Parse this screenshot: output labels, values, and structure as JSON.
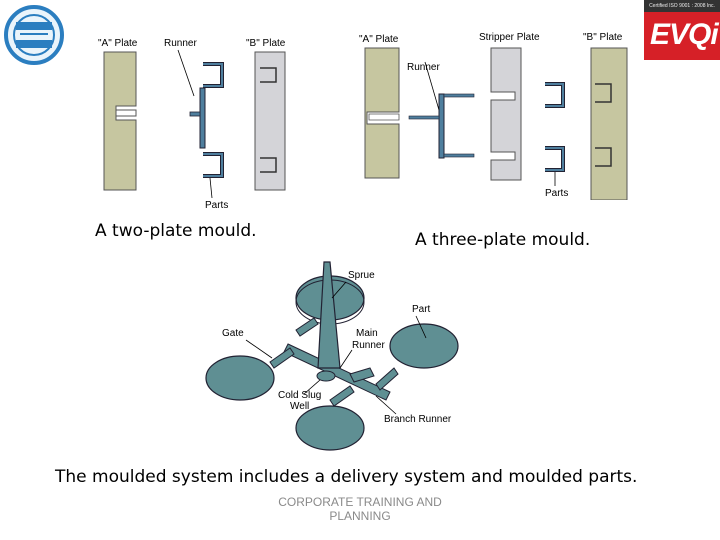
{
  "badge": {
    "cert_text": "Certified ISO 9001 : 2008 Inc.",
    "brand": "EVQi"
  },
  "two_plate": {
    "a_plate": "\"A\" Plate",
    "runner": "Runner",
    "b_plate": "\"B\" Plate",
    "parts": "Parts",
    "caption": "A two-plate mould."
  },
  "three_plate": {
    "a_plate": "\"A\" Plate",
    "stripper_plate": "Stripper Plate",
    "b_plate": "\"B\" Plate",
    "runner": "Runner",
    "parts": "Parts",
    "caption": "A three-plate mould."
  },
  "system": {
    "sprue": "Sprue",
    "part": "Part",
    "gate": "Gate",
    "main_runner_1": "Main",
    "main_runner_2": "Runner",
    "cold_slug_1": "Cold Slug",
    "cold_slug_2": "Well",
    "branch_runner": "Branch Runner"
  },
  "summary": "The moulded system includes a delivery system and moulded parts.",
  "footer": {
    "line1": "CORPORATE TRAINING AND",
    "line2": "PLANNING"
  },
  "colors": {
    "plate_khaki": "#c6c6a0",
    "plate_grey": "#d4d4d8",
    "part_blue": "#4f7f9e",
    "disc_teal": "#5f8f93"
  }
}
